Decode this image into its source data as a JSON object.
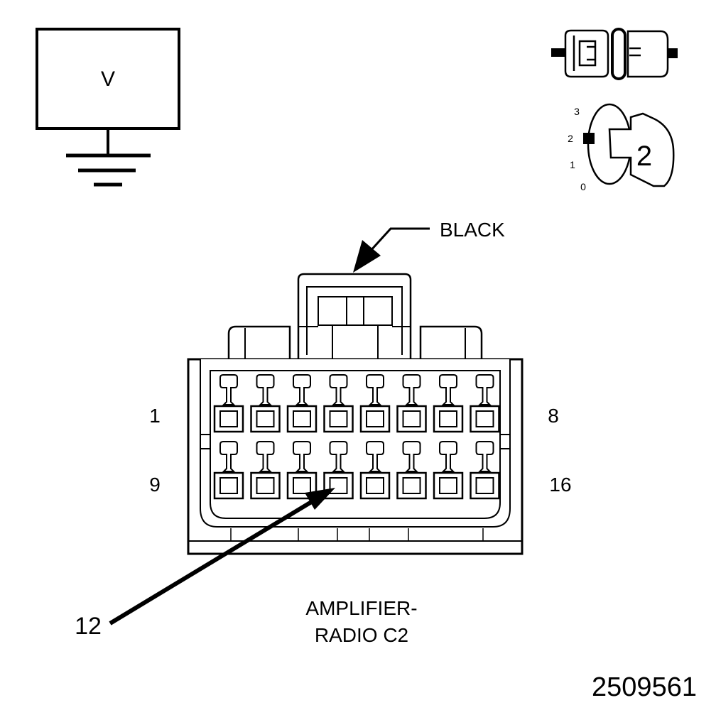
{
  "meter": {
    "symbol": "V"
  },
  "ignition": {
    "positions": [
      "3",
      "2",
      "1",
      "0"
    ],
    "selected": "2"
  },
  "connector": {
    "color_label": "BLACK",
    "pin_labels": {
      "top_left": "1",
      "top_right": "8",
      "bottom_left": "9",
      "bottom_right": "16"
    },
    "pointer_pin": "12",
    "name_line1": "AMPLIFIER-",
    "name_line2": "RADIO C2",
    "pin_rows": 2,
    "pins_per_row": 8
  },
  "figure_id": "2509561"
}
